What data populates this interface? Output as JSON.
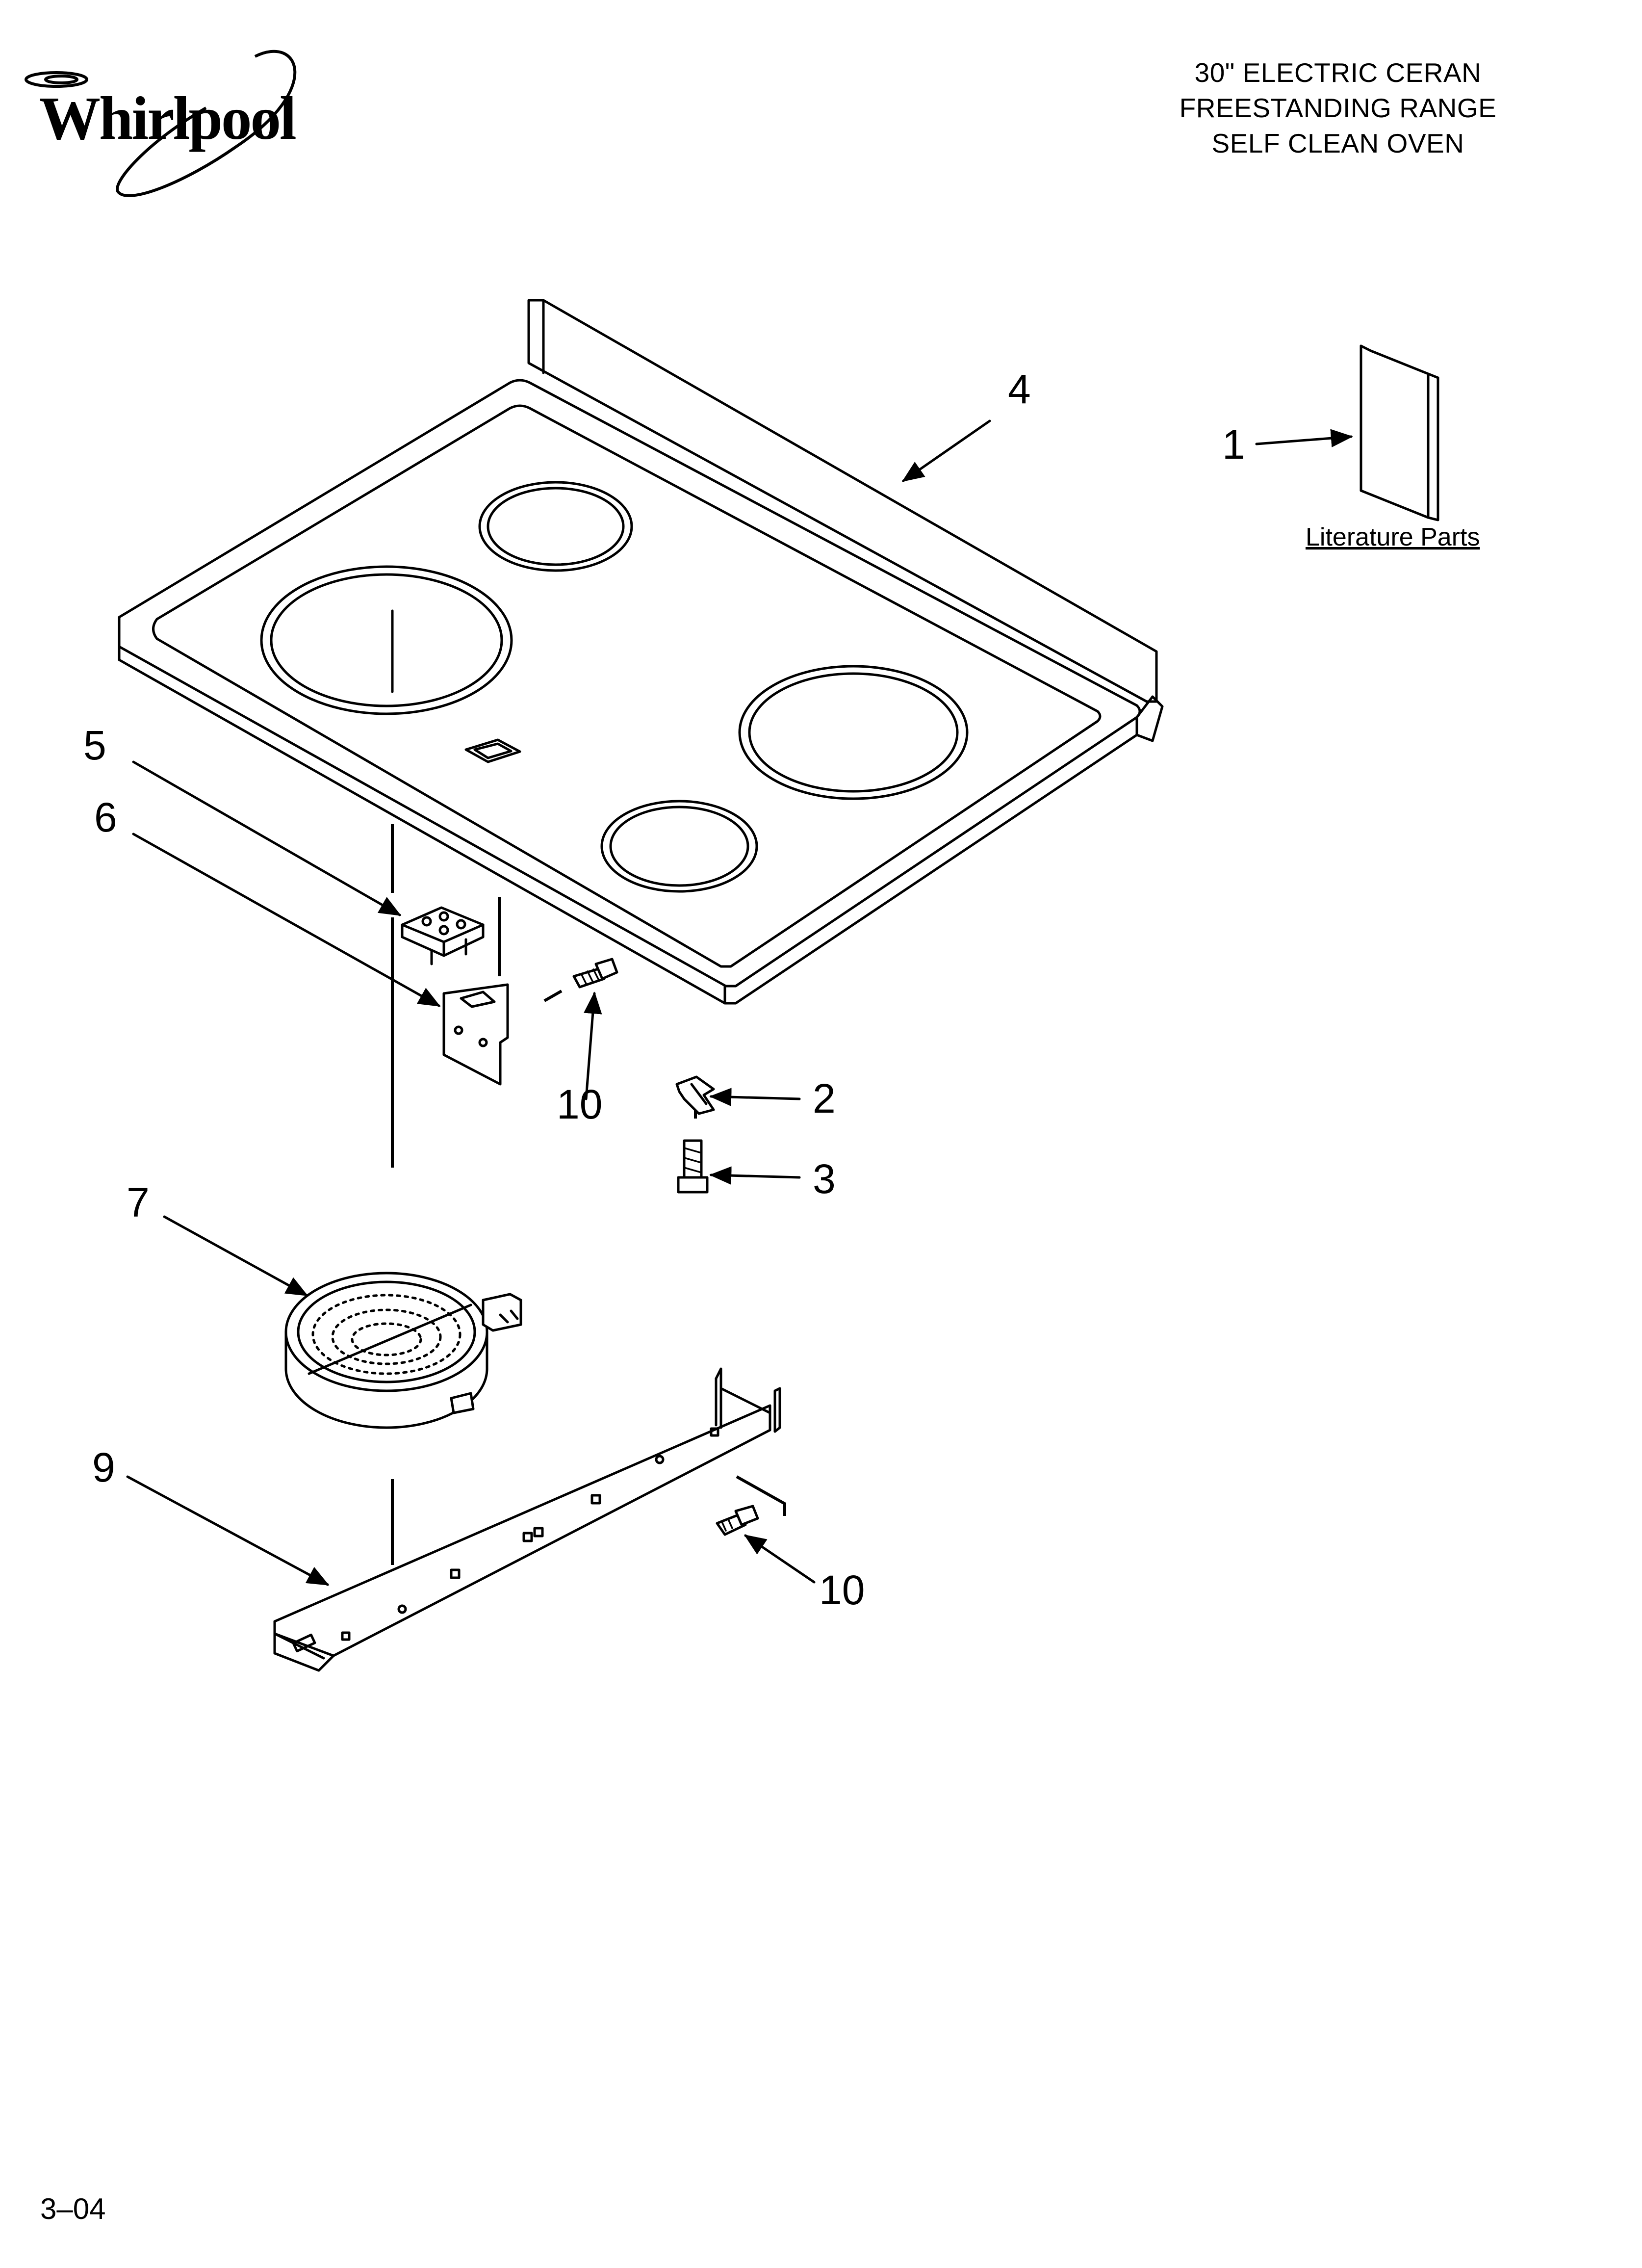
{
  "brand": {
    "name": "Whirlpool"
  },
  "header": {
    "line1": "30\" ELECTRIC CERAN",
    "line2": "FREESTANDING RANGE",
    "line3": "SELF CLEAN OVEN"
  },
  "literature_label": "Literature Parts",
  "callouts": {
    "c1": "1",
    "c2": "2",
    "c3": "3",
    "c4": "4",
    "c5": "5",
    "c6": "6",
    "c7": "7",
    "c9": "9",
    "c10a": "10",
    "c10b": "10"
  },
  "footer": {
    "page": "3–04"
  }
}
